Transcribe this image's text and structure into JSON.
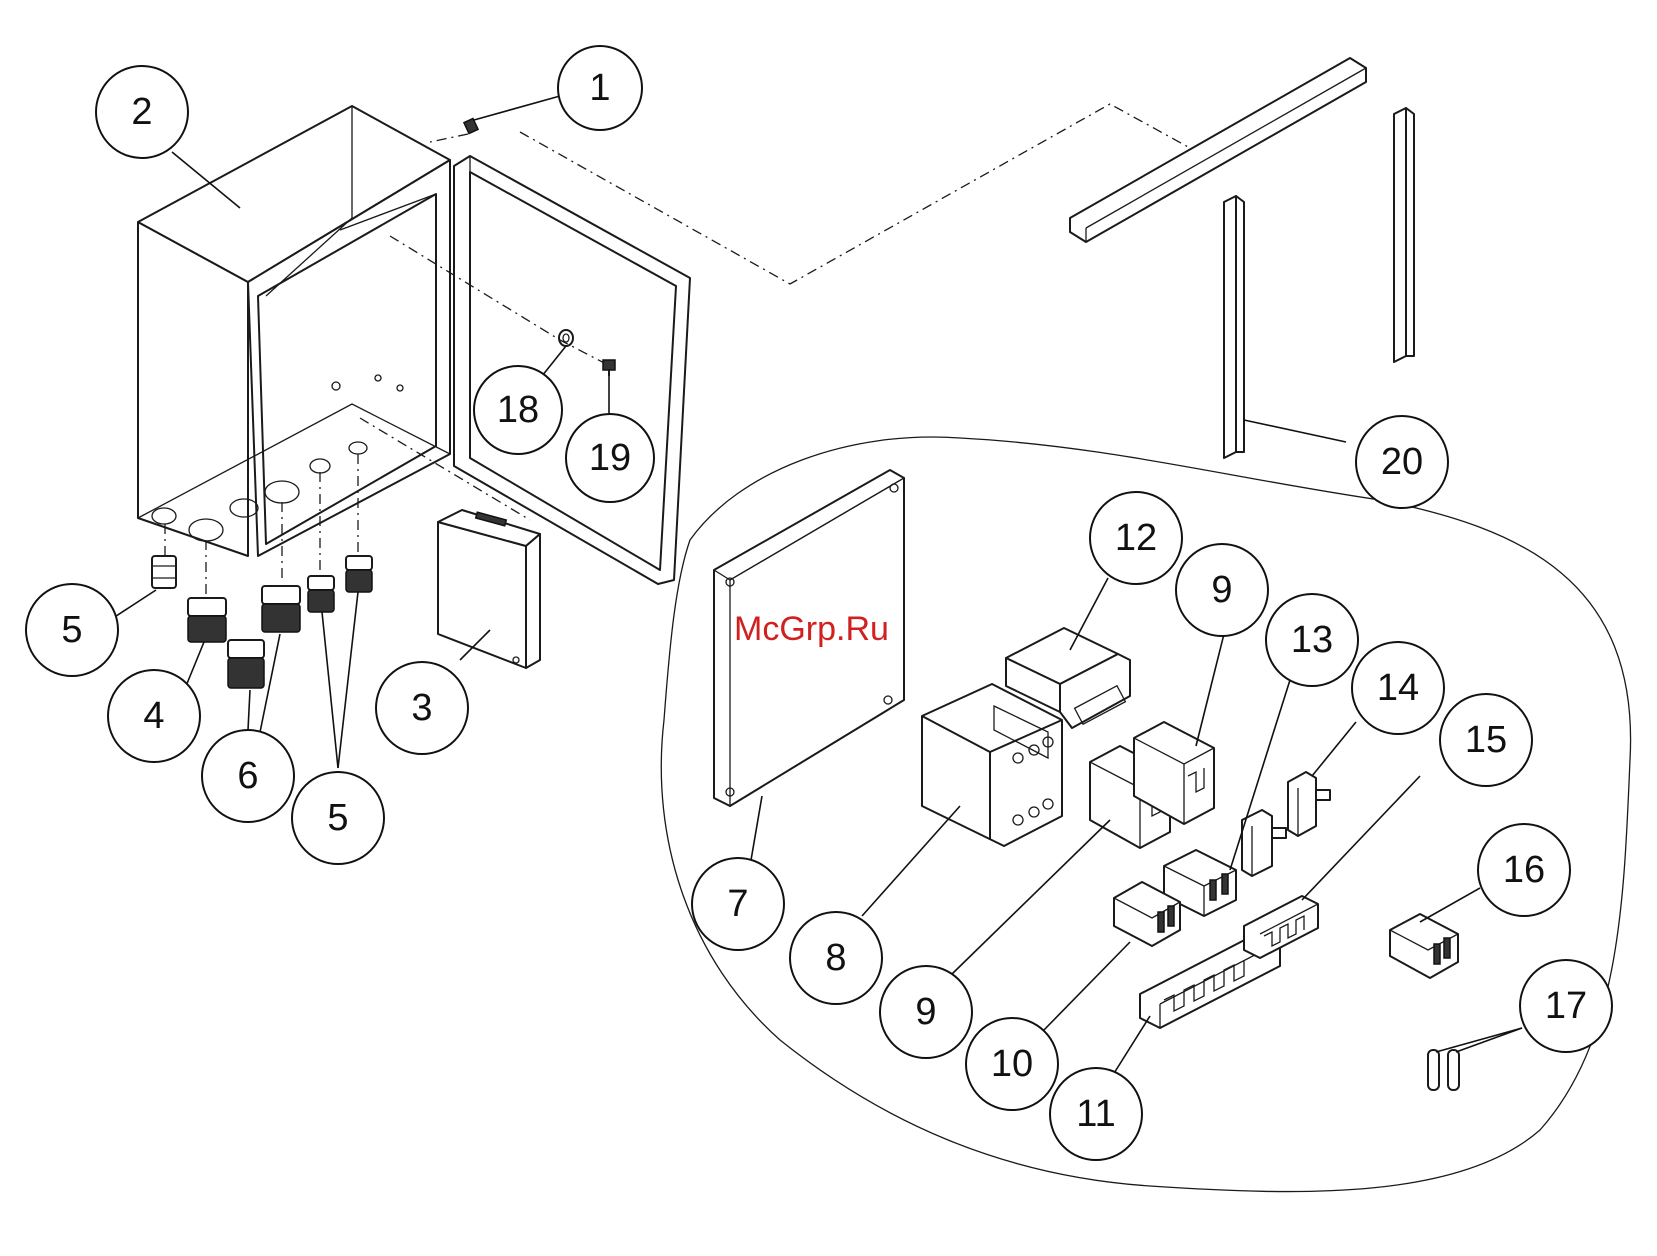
{
  "watermark": "McGrp.Ru",
  "balloons": [
    {
      "label": "1"
    },
    {
      "label": "2"
    },
    {
      "label": "3"
    },
    {
      "label": "4"
    },
    {
      "label": "5"
    },
    {
      "label": "5"
    },
    {
      "label": "6"
    },
    {
      "label": "7"
    },
    {
      "label": "8"
    },
    {
      "label": "9"
    },
    {
      "label": "9"
    },
    {
      "label": "10"
    },
    {
      "label": "11"
    },
    {
      "label": "12"
    },
    {
      "label": "13"
    },
    {
      "label": "14"
    },
    {
      "label": "15"
    },
    {
      "label": "16"
    },
    {
      "label": "17"
    },
    {
      "label": "18"
    },
    {
      "label": "19"
    },
    {
      "label": "20"
    }
  ]
}
